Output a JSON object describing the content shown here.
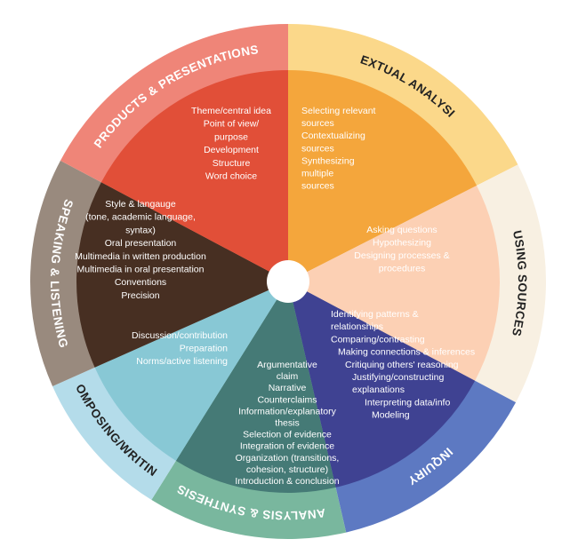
{
  "colors": {
    "background": "#ffffff",
    "center_hole": "#ffffff",
    "label_text": "#ffffff"
  },
  "segments": [
    {
      "id": "textual-analysis",
      "title": "TEXTUAL ANALYSIS",
      "rim_color": "#fbd88a",
      "fill_color": "#f4a63c",
      "title_color": "#222222",
      "item_color": "#ffffff",
      "items": [
        "Theme/central idea",
        "Point of view/",
        "purpose",
        "Development",
        "Structure",
        "Word choice"
      ]
    },
    {
      "id": "using-sources",
      "title": "USING SOURCES",
      "rim_color": "#f8f0e2",
      "fill_color": "#fcd0b4",
      "title_color": "#222222",
      "item_color": "#222222",
      "items": [
        "Selecting relevant",
        "sources",
        "Contextualizing",
        "sources",
        "Synthesizing",
        "multiple",
        "sources"
      ]
    },
    {
      "id": "inquiry",
      "title": "INQUIRY",
      "rim_color": "#5d79c2",
      "fill_color": "#3f4292",
      "title_color": "#ffffff",
      "item_color": "#ffffff",
      "items": [
        "Asking questions",
        "Hypothesizing",
        "Designing processes &",
        "procedures"
      ]
    },
    {
      "id": "analysis-synthesis",
      "title": "ANALYSIS & SYNTHESIS",
      "rim_color": "#79b79e",
      "fill_color": "#457a76",
      "title_color": "#ffffff",
      "item_color": "#ffffff",
      "items": [
        "Identifying patterns &",
        "relationships",
        "Comparing/contrasting",
        "Making connections & inferences",
        "Critiquing others' reasoning",
        "Justifying/constructing",
        "explanations",
        "Interpreting data/info",
        "Modeling"
      ]
    },
    {
      "id": "composing-writing",
      "title": "COMPOSING/WRITING",
      "rim_color": "#b4dcea",
      "fill_color": "#88c8d5",
      "title_color": "#222222",
      "item_color": "#222222",
      "items": [
        "Argumentative",
        "claim",
        "Narrative",
        "Counterclaims",
        "Information/explanatory",
        "thesis",
        "Selection of evidence",
        "Integration of evidence",
        "Organization (transitions,",
        "cohesion, structure)",
        "Introduction & conclusion"
      ]
    },
    {
      "id": "speaking-listening",
      "title": "SPEAKING & LISTENING",
      "rim_color": "#998a7e",
      "fill_color": "#472f22",
      "title_color": "#ffffff",
      "item_color": "#ffffff",
      "items": [
        "Discussion/contribution",
        "Preparation",
        "Norms/active listening"
      ]
    },
    {
      "id": "products-presentations",
      "title": "PRODUCTS & PRESENTATIONS",
      "rim_color": "#ef8578",
      "fill_color": "#e14f38",
      "title_color": "#ffffff",
      "item_color": "#ffffff",
      "items": [
        "Style & langauge",
        "(tone, academic language,",
        "syntax)",
        "Oral presentation",
        "Multimedia in written production",
        "Multimedia in oral presentation",
        "Conventions",
        "Precision"
      ]
    }
  ]
}
